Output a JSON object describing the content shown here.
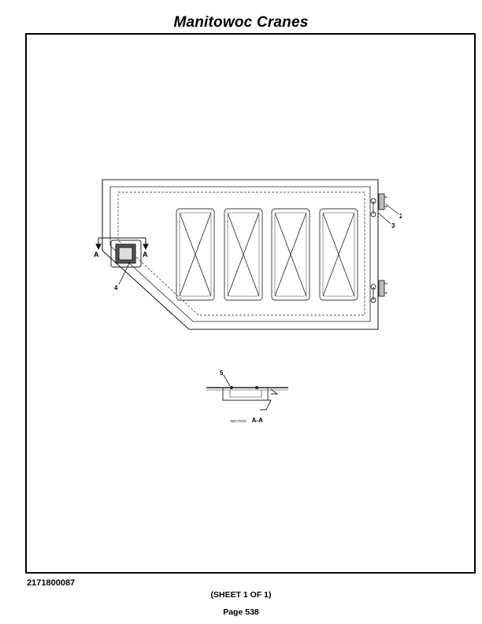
{
  "header": {
    "title": "Manitowoc Cranes"
  },
  "diagram": {
    "callouts": [
      "2",
      "3",
      "4",
      "5"
    ],
    "section_marker": "A",
    "section_caption_prefix": "SECTION",
    "section_caption_id": "A-A"
  },
  "footer": {
    "document_number": "2171800087",
    "sheet": "(SHEET 1 OF 1)",
    "page": "Page 538"
  }
}
